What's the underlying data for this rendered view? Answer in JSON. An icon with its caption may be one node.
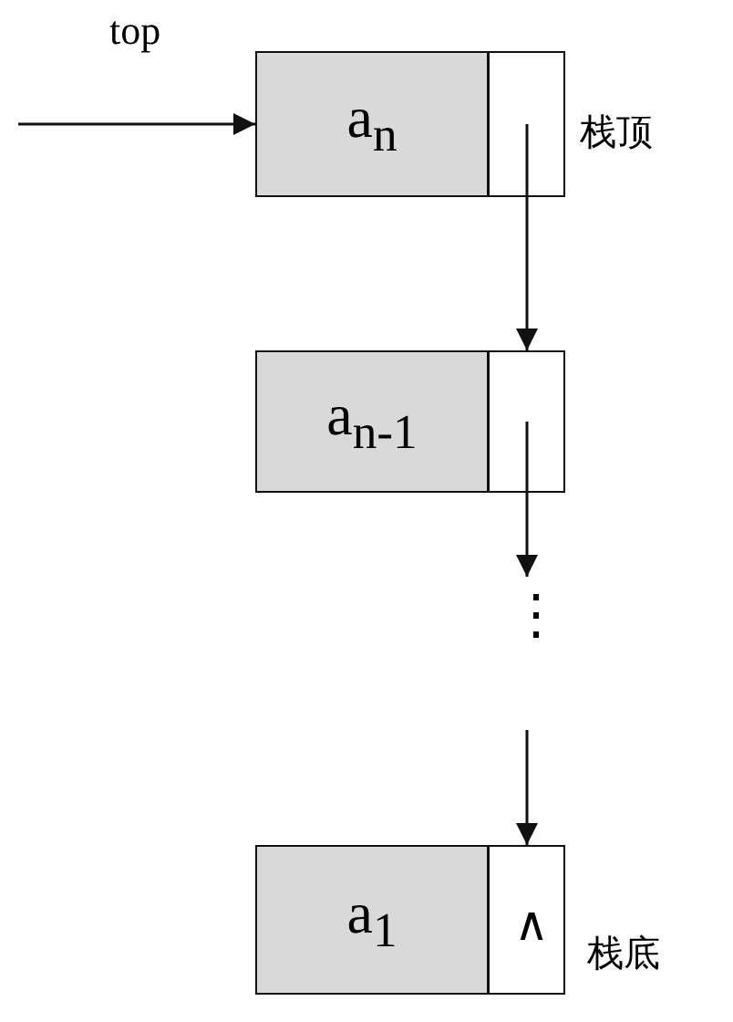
{
  "diagram": {
    "nodes": [
      {
        "text": [
          "a$_{n}$"
        ],
        "beside": [
          "栈顶"
        ]
      },
      {
        "text": [
          "a$_{n-1}$"
        ]
      },
      {
        "text": [
          "⋮"
        ]
      },
      {
        "text": [
          "a$_{1}$",
          "∧"
        ],
        "beside": [
          "栈底"
        ]
      }
    ],
    "edges": [
      {
        "from": null,
        "to": 0,
        "arrow": "to",
        "label": "top"
      },
      {
        "from": 0,
        "to": 1,
        "arrow": "to"
      },
      {
        "from": 1,
        "to": 2,
        "arrow": "to"
      },
      {
        "from": 2,
        "to": 3,
        "arrow": "to"
      }
    ]
  }
}
